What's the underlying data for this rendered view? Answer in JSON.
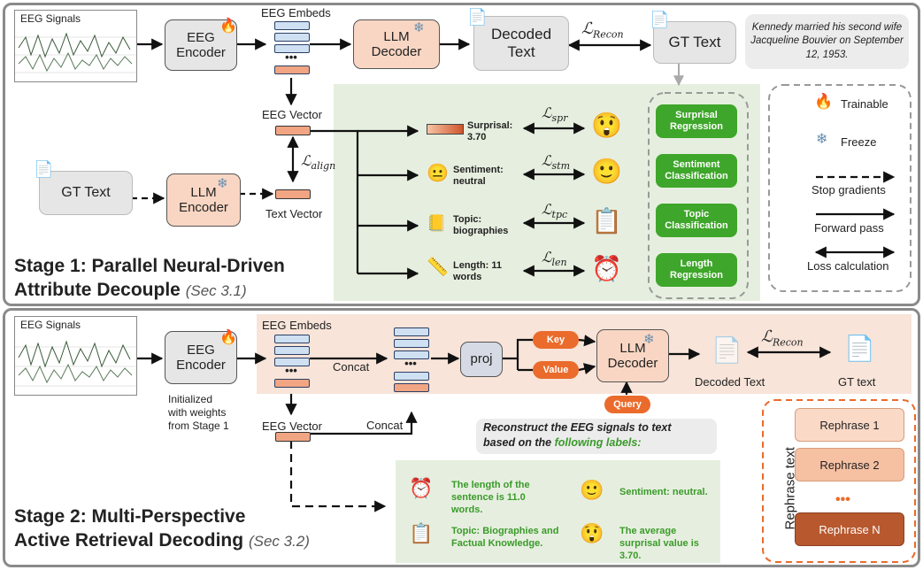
{
  "stage1": {
    "title_line1": "Stage 1: Parallel Neural-Driven",
    "title_line2": "Attribute Decouple",
    "sec": "(Sec 3.1)",
    "eeg_signals": "EEG Signals",
    "eeg_encoder": "EEG Encoder",
    "eeg_embeds": "EEG Embeds",
    "llm_decoder": "LLM Decoder",
    "decoded_text": "Decoded Text",
    "loss_recon": "Recon",
    "gt_text": "GT Text",
    "quote": "Kennedy married his second wife Jacqueline Bouvier on September 12, 1953.",
    "eeg_vector": "EEG Vector",
    "loss_align": "align",
    "gt_text2": "GT Text",
    "llm_encoder": "LLM Encoder",
    "text_vector": "Text Vector",
    "attributes": [
      {
        "label": "Surprisal: 3.70",
        "loss": "spr",
        "task": "Surprisal Regression",
        "icon": "surprised-person-icon"
      },
      {
        "label": "Sentiment: neutral",
        "loss": "stm",
        "task": "Sentiment Classification",
        "icon": "emotions-icon"
      },
      {
        "label": "Topic: biographies",
        "loss": "tpc",
        "task": "Topic Classification",
        "icon": "topics-icon"
      },
      {
        "label": "Length: 11 words",
        "loss": "len",
        "task": "Length Regression",
        "icon": "clock-book-icon"
      }
    ]
  },
  "legend": {
    "trainable": "Trainable",
    "freeze": "Freeze",
    "stop_gradients": "Stop gradients",
    "forward_pass": "Forward pass",
    "loss_calc": "Loss calculation"
  },
  "stage2": {
    "title_line1": "Stage 2: Multi-Perspective",
    "title_line2": "Active Retrieval Decoding",
    "sec": "(Sec 3.2)",
    "eeg_signals": "EEG Signals",
    "eeg_encoder": "EEG Encoder",
    "init_note_1": "Initialized",
    "init_note_2": "with weights",
    "init_note_3": "from Stage 1",
    "eeg_embeds": "EEG Embeds",
    "concat1": "Concat",
    "concat2": "Concat",
    "eeg_vector": "EEG Vector",
    "proj": "proj",
    "key": "Key",
    "value": "Value",
    "query": "Query",
    "llm_decoder": "LLM Decoder",
    "decoded_text": "Decoded Text",
    "gt_text": "GT text",
    "loss_recon": "Recon",
    "prompt_line1": "Reconstruct the EEG signals to text",
    "prompt_line2_a": "based on the ",
    "prompt_line2_b": "following labels:",
    "labels": {
      "length": "The length of the sentence is 11.0 words.",
      "sentiment": "Sentiment: neutral.",
      "topic": "Topic: Biographies and Factual Knowledge.",
      "surprisal": "The average surprisal value is 3.70."
    },
    "rephrase_title": "Rephrase text",
    "rephrase": [
      "Rephrase 1",
      "Rephrase 2",
      "Rephrase N"
    ],
    "rephrase_dots": "•••"
  },
  "colors": {
    "trainable_orange": "#ea6b2c",
    "green": "#3ea62a",
    "peach": "#f9d6c3"
  }
}
